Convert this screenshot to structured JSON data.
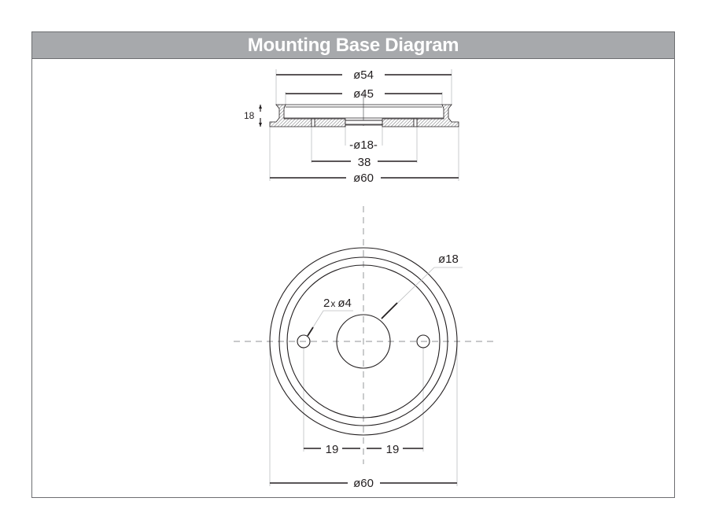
{
  "title": "Mounting Base Diagram",
  "colors": {
    "title_bar": "#a7a9ac",
    "title_text": "#ffffff",
    "frame_border": "#6d6e71",
    "line": "#231f20",
    "extension_line": "#bcbec0",
    "centerline": "#a7a9ac"
  },
  "side_view": {
    "dimensions": {
      "outer_top_diameter": "ø54",
      "inner_top_diameter": "ø45",
      "height": "18",
      "center_hole_diameter": "-ø18-",
      "hole_spacing": "38",
      "base_diameter": "ø60"
    }
  },
  "top_view": {
    "dimensions": {
      "center_hole_diameter": "ø18",
      "mounting_holes": "ø4",
      "mounting_holes_count": "2",
      "mounting_holes_multiplier": "x",
      "left_offset": "19",
      "right_offset": "19",
      "base_diameter": "ø60"
    }
  }
}
